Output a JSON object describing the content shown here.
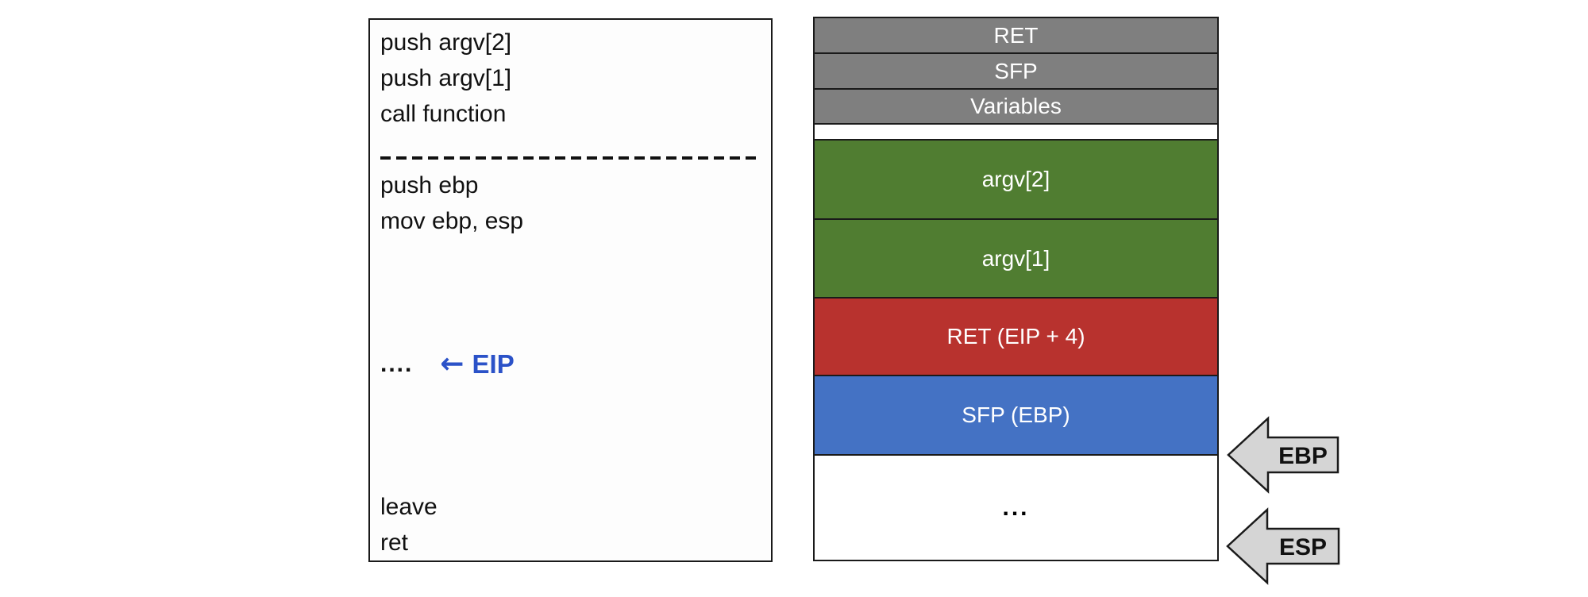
{
  "code_panel": {
    "call_site_lines": [
      "push argv[2]",
      "push argv[1]",
      "call function"
    ],
    "prologue_lines": [
      "push ebp",
      "mov ebp, esp"
    ],
    "eip_marker": {
      "dots": "....",
      "arrow": "←",
      "label": "EIP",
      "color": "#2b52c8"
    },
    "epilogue_lines": [
      "leave",
      "ret"
    ]
  },
  "stack_panel": {
    "segments": [
      {
        "label": "RET",
        "fill": "#7f7f7f",
        "text": "#ffffff"
      },
      {
        "label": "SFP",
        "fill": "#7f7f7f",
        "text": "#ffffff"
      },
      {
        "label": "Variables",
        "fill": "#7f7f7f",
        "text": "#ffffff"
      },
      {
        "label": "",
        "fill": "#ffffff",
        "text": "#000000"
      },
      {
        "label": "argv[2]",
        "fill": "#507d31",
        "text": "#ffffff"
      },
      {
        "label": "argv[1]",
        "fill": "#507d31",
        "text": "#ffffff"
      },
      {
        "label": "RET (EIP + 4)",
        "fill": "#b8322e",
        "text": "#ffffff"
      },
      {
        "label": "SFP (EBP)",
        "fill": "#4472c4",
        "text": "#ffffff"
      },
      {
        "label": "...",
        "fill": "#ffffff",
        "text": "#000000"
      }
    ]
  },
  "pointers": [
    {
      "label": "EBP"
    },
    {
      "label": "ESP"
    }
  ],
  "colors": {
    "block_border": "#1a1a1a",
    "gray_block": "#7f7f7f",
    "green_block": "#507d31",
    "red_block": "#b8322e",
    "blue_block": "#4472c4",
    "arrow_fill": "#d5d5d5",
    "eip_accent": "#2b52c8"
  }
}
